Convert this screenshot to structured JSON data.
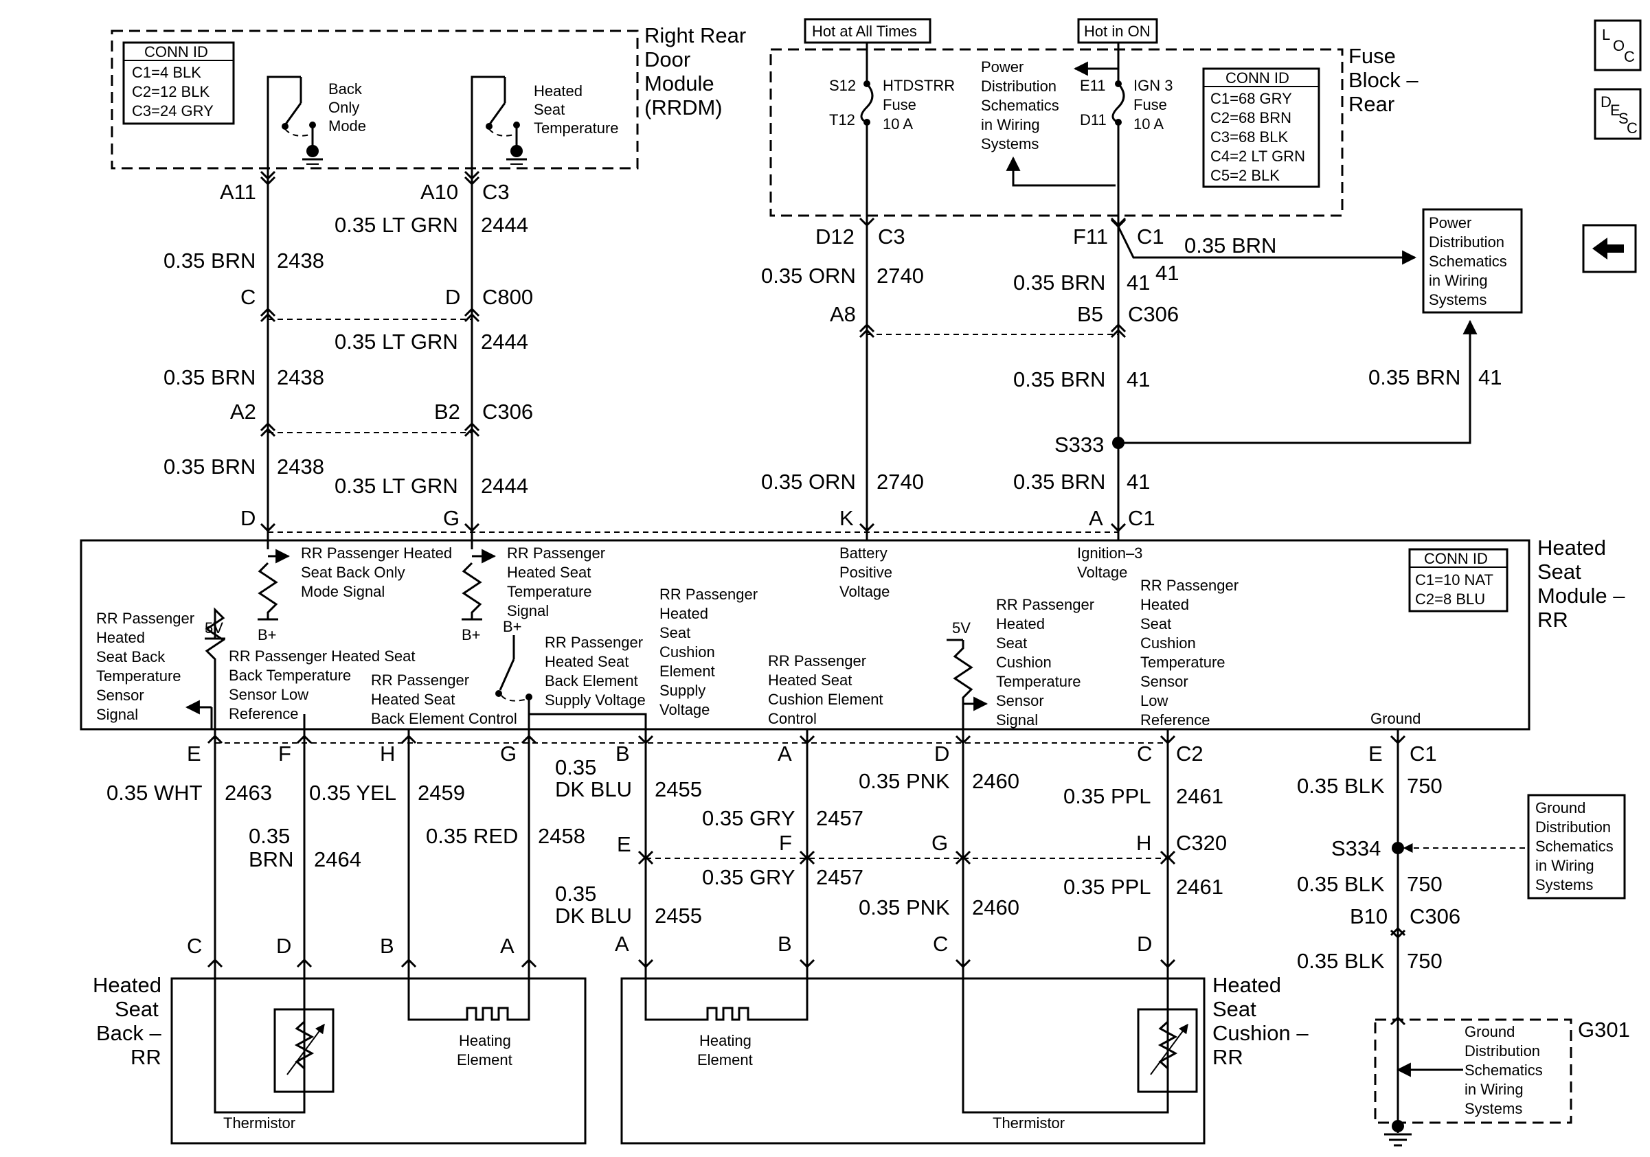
{
  "rrdm": {
    "title": [
      "Right Rear",
      "Door",
      "Module",
      "(RRDM)"
    ],
    "conn_id": {
      "header": "CONN ID",
      "rows": [
        "C1=4 BLK",
        "C2=12 BLK",
        "C3=24 GRY"
      ]
    },
    "switch_back": [
      "Back",
      "Only",
      "Mode"
    ],
    "switch_temp": [
      "Heated",
      "Seat",
      "Temperature"
    ]
  },
  "fuse_block": {
    "hot_all": "Hot at All Times",
    "hot_on": "Hot in ON",
    "title": [
      "Fuse",
      "Block –",
      "Rear"
    ],
    "s12": "S12",
    "t12": "T12",
    "htdstrr": [
      "HTDSTRR",
      "Fuse",
      "10 A"
    ],
    "power_dist": [
      "Power",
      "Distribution",
      "Schematics",
      "in Wiring",
      "Systems"
    ],
    "e11": "E11",
    "d11": "D11",
    "ign3": [
      "IGN 3",
      "Fuse",
      "10 A"
    ],
    "conn_id": {
      "header": "CONN ID",
      "rows": [
        "C1=68 GRY",
        "C2=68 BRN",
        "C3=68 BLK",
        "C4=2 LT GRN",
        "C5=2 BLK"
      ]
    }
  },
  "side_icons": {
    "loc": [
      "L",
      "O",
      "C"
    ],
    "desc": [
      "D",
      "E",
      "S",
      "C"
    ],
    "back": "←"
  },
  "power_ref_box": [
    "Power",
    "Distribution",
    "Schematics",
    "in Wiring",
    "Systems"
  ],
  "upper_wiring": {
    "a11": "A11",
    "a10": "A10",
    "c3a": "C3",
    "lt_grn_1": "0.35 LT GRN",
    "w2444_1": "2444",
    "brn_1": "0.35 BRN",
    "w2438_1": "2438",
    "c": "C",
    "d": "D",
    "c800": "C800",
    "lt_grn_2": "0.35 LT GRN",
    "w2444_2": "2444",
    "brn_2": "0.35 BRN",
    "w2438_2": "2438",
    "a2": "A2",
    "b2": "B2",
    "c306a": "C306",
    "brn_3": "0.35 BRN",
    "w2438_3": "2438",
    "lt_grn_3": "0.35 LT GRN",
    "w2444_3": "2444",
    "d_pin": "D",
    "g_pin": "G",
    "d12": "D12",
    "c3b": "C3",
    "orn_1": "0.35 ORN",
    "w2740_1": "2740",
    "a8": "A8",
    "orn_2": "0.35 ORN",
    "w2740_2": "2740",
    "k_pin": "K",
    "f11": "F11",
    "c1a": "C1",
    "brn_f11": "0.35 BRN",
    "w41_a": "41",
    "brn_f11_h": "0.35 BRN",
    "w41_b": "41",
    "b5": "B5",
    "c306b": "C306",
    "brn_4": "0.35 BRN",
    "w41_c": "41",
    "brn_5": "0.35 BRN",
    "w41_d": "41",
    "s333": "S333",
    "brn_6": "0.35 BRN",
    "w41_e": "41",
    "a_pin": "A",
    "c1b": "C1"
  },
  "hsm": {
    "title": [
      "Heated",
      "Seat",
      "Module –",
      "RR"
    ],
    "conn_id": {
      "header": "CONN ID",
      "rows": [
        "C1=10 NAT",
        "C2=8 BLU"
      ]
    },
    "back_only": [
      "RR Passenger Heated",
      "Seat Back Only",
      "Mode Signal"
    ],
    "temp_signal": [
      "RR Passenger",
      "Heated Seat",
      "Temperature",
      "Signal"
    ],
    "bplus": "B+",
    "battery": [
      "Battery",
      "Positive",
      "Voltage"
    ],
    "ign3v": [
      "Ignition–3",
      "Voltage"
    ],
    "fivev": "5V",
    "back_temp_sensor": [
      "RR Passenger",
      "Heated",
      "Seat Back",
      "Temperature",
      "Sensor",
      "Signal"
    ],
    "back_low_ref": [
      "RR Passenger Heated Seat",
      "Back Temperature",
      "Sensor Low",
      "Reference"
    ],
    "back_elem_ctrl": [
      "RR Passenger",
      "Heated Seat",
      "Back Element Control"
    ],
    "back_elem_supply": [
      "RR Passenger",
      "Heated Seat",
      "Back Element",
      "Supply Voltage"
    ],
    "cush_supply": [
      "RR Passenger",
      "Heated",
      "Seat",
      "Cushion",
      "Element",
      "Supply",
      "Voltage"
    ],
    "cush_ctrl": [
      "RR Passenger",
      "Heated Seat",
      "Cushion Element",
      "Control"
    ],
    "cush_temp_sensor": [
      "RR Passenger",
      "Heated",
      "Seat",
      "Cushion",
      "Temperature",
      "Sensor",
      "Signal"
    ],
    "cush_low_ref": [
      "RR Passenger",
      "Heated",
      "Seat",
      "Cushion",
      "Temperature",
      "Sensor",
      "Low",
      "Reference"
    ],
    "ground": "Ground"
  },
  "lower_wiring": {
    "e": "E",
    "f": "F",
    "h": "H",
    "g": "G",
    "b": "B",
    "a": "A",
    "d": "D",
    "c": "C",
    "c2": "C2",
    "wht": "0.35 WHT",
    "w2463": "2463",
    "brn": [
      "0.35",
      "BRN"
    ],
    "w2464": "2464",
    "yel": "0.35 YEL",
    "w2459": "2459",
    "red": "0.35 RED",
    "w2458": "2458",
    "dkblu_1": [
      "0.35",
      "DK BLU"
    ],
    "w2455_1": "2455",
    "gry_1": "0.35 GRY",
    "w2457_1": "2457",
    "pnk_1": "0.35 PNK",
    "w2460_1": "2460",
    "ppl_1": "0.35 PPL",
    "w2461_1": "2461",
    "e2": "E",
    "f2": "F",
    "g2": "G",
    "h2": "H",
    "c320": "C320",
    "gry_2": "0.35 GRY",
    "w2457_2": "2457",
    "dkblu_2": [
      "0.35",
      "DK BLU"
    ],
    "w2455_2": "2455",
    "pnk_2": "0.35 PNK",
    "w2460_2": "2460",
    "ppl_2": "0.35 PPL",
    "w2461_2": "2461",
    "c_b": "C",
    "d_b": "D",
    "b_b": "B",
    "a_b": "A",
    "a_c": "A",
    "b_c": "B",
    "c_c": "C",
    "d_c": "D",
    "e_gnd": "E",
    "c1": "C1",
    "blk_1": "0.35 BLK",
    "w750_1": "750",
    "s334": "S334",
    "blk_2": "0.35 BLK",
    "w750_2": "750",
    "b10": "B10",
    "c306": "C306",
    "blk_3": "0.35 BLK",
    "w750_3": "750",
    "g301": "G301"
  },
  "ground_ref_box": [
    "Ground",
    "Distribution",
    "Schematics",
    "in Wiring",
    "Systems"
  ],
  "ground_ref_g301": [
    "Ground",
    "Distribution",
    "Schematics",
    "in Wiring",
    "Systems"
  ],
  "seat_back": {
    "title": [
      "Heated",
      "Seat",
      "Back –",
      "RR"
    ],
    "heating": [
      "Heating",
      "Element"
    ],
    "thermistor": "Thermistor"
  },
  "seat_cushion": {
    "title": [
      "Heated",
      "Seat",
      "Cushion –",
      "RR"
    ],
    "heating": [
      "Heating",
      "Element"
    ],
    "thermistor": "Thermistor"
  }
}
